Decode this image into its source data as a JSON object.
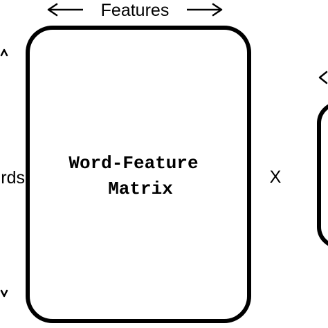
{
  "top_label": "Features",
  "left_label": "rds",
  "matrix_title_line1": "Word-Feature",
  "matrix_title_line2": "Matrix",
  "operator": "X"
}
